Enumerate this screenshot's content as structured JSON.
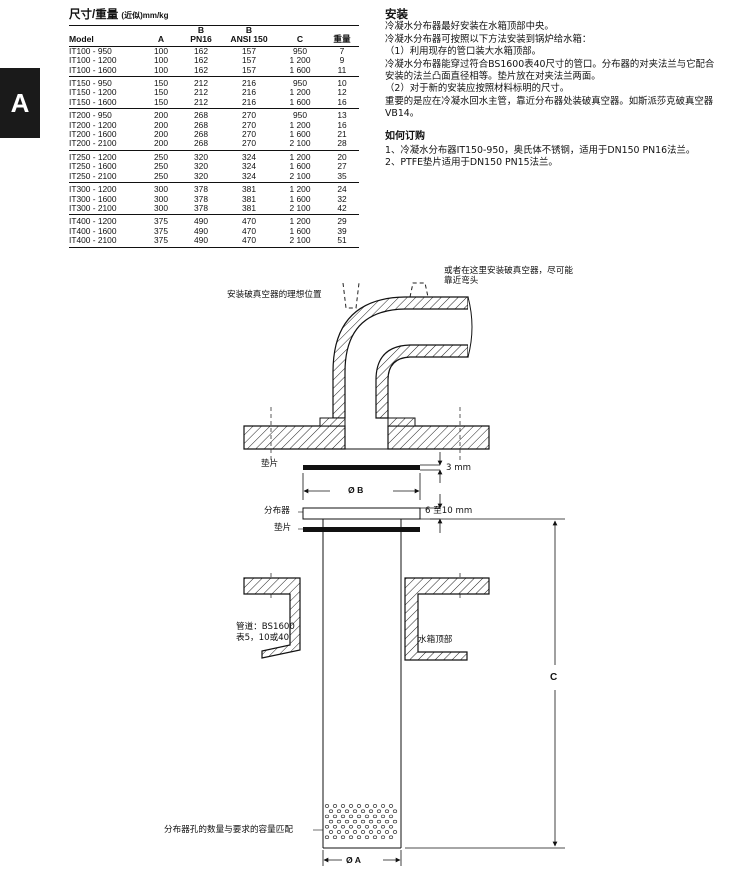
{
  "section_tab": "A",
  "dimensions": {
    "title": "尺寸/重量",
    "title_unit": "(近似)mm/kg",
    "headers": {
      "model": "Model",
      "a": "A",
      "b_top": "B",
      "b_pn16": "PN16",
      "b_ansi_top": "B",
      "b_ansi": "ANSI 150",
      "c": "C",
      "weight": "重量"
    },
    "groups": [
      [
        [
          "IT100 - 950",
          "100",
          "162",
          "157",
          "950",
          "7"
        ],
        [
          "IT100 - 1200",
          "100",
          "162",
          "157",
          "1 200",
          "9"
        ],
        [
          "IT100 - 1600",
          "100",
          "162",
          "157",
          "1 600",
          "11"
        ]
      ],
      [
        [
          "IT150 - 950",
          "150",
          "212",
          "216",
          "950",
          "10"
        ],
        [
          "IT150 - 1200",
          "150",
          "212",
          "216",
          "1 200",
          "12"
        ],
        [
          "IT150 - 1600",
          "150",
          "212",
          "216",
          "1 600",
          "16"
        ]
      ],
      [
        [
          "IT200 - 950",
          "200",
          "268",
          "270",
          "950",
          "13"
        ],
        [
          "IT200 - 1200",
          "200",
          "268",
          "270",
          "1 200",
          "16"
        ],
        [
          "IT200 - 1600",
          "200",
          "268",
          "270",
          "1 600",
          "21"
        ],
        [
          "IT200 - 2100",
          "200",
          "268",
          "270",
          "2 100",
          "28"
        ]
      ],
      [
        [
          "IT250 - 1200",
          "250",
          "320",
          "324",
          "1 200",
          "20"
        ],
        [
          "IT250 - 1600",
          "250",
          "320",
          "324",
          "1 600",
          "27"
        ],
        [
          "IT250 - 2100",
          "250",
          "320",
          "324",
          "2 100",
          "35"
        ]
      ],
      [
        [
          "IT300 - 1200",
          "300",
          "378",
          "381",
          "1 200",
          "24"
        ],
        [
          "IT300 - 1600",
          "300",
          "378",
          "381",
          "1 600",
          "32"
        ],
        [
          "IT300 - 2100",
          "300",
          "378",
          "381",
          "2 100",
          "42"
        ]
      ],
      [
        [
          "IT400 - 1200",
          "375",
          "490",
          "470",
          "1 200",
          "29"
        ],
        [
          "IT400 - 1600",
          "375",
          "490",
          "470",
          "1 600",
          "39"
        ],
        [
          "IT400 - 2100",
          "375",
          "490",
          "470",
          "2 100",
          "51"
        ]
      ]
    ]
  },
  "installation": {
    "title": "安装",
    "paragraphs": [
      "冷凝水分布器最好安装在水箱顶部中央。",
      "冷凝水分布器可按照以下方法安装到锅炉给水箱：",
      "（1）利用现存的管口装大水箱顶部。",
      "冷凝水分布器能穿过符合BS1600表40尺寸的管口。分布器的对夹法兰与它配合安装的法兰凸面直径相等。垫片放在对夹法兰两面。",
      "（2）对于新的安装应按照材料标明的尺寸。",
      "重要的是应在冷凝水回水主管，靠近分布器处装破真空器。如斯派莎克破真空器VB14。"
    ]
  },
  "ordering": {
    "title": "如何订购",
    "items": [
      "1、冷凝水分布器IT150-950，奥氏体不锈钢，适用于DN150 PN16法兰。",
      "2、PTFE垫片适用于DN150 PN15法兰。"
    ]
  },
  "diagram": {
    "label_alt_breaker_1": "或者在这里安装破真空器，尽可能",
    "label_alt_breaker_2": "靠近弯头",
    "label_ideal_breaker": "安装破真空器的理想位置",
    "label_gasket_top": "垫片",
    "label_3mm": "3 mm",
    "label_dia_b": "Ø B",
    "label_distributor": "分布器",
    "label_6_10mm": "6 至10 mm",
    "label_gasket_bottom": "垫片",
    "label_pipe_1": "管道：BS1600",
    "label_pipe_2": "表5，10或40",
    "label_tank_top": "水箱顶部",
    "label_c": "C",
    "label_holes": "分布器孔的数量与要求的容量匹配",
    "label_dia_a": "Ø A"
  }
}
